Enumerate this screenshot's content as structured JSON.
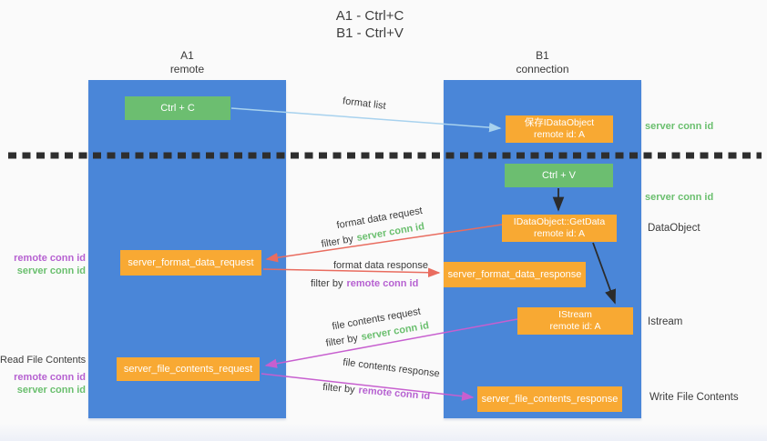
{
  "title": {
    "line1": "A1 - Ctrl+C",
    "line2": "B1 - Ctrl+V"
  },
  "columns": {
    "left": {
      "id": "A1",
      "subtitle": "remote"
    },
    "right": {
      "id": "B1",
      "subtitle": "connection"
    }
  },
  "nodes": {
    "ctrl_c": "Ctrl + C",
    "ctrl_v": "Ctrl + V",
    "save_dataobject_line1": "保存IDataObject",
    "save_dataobject_line2": "remote id: A",
    "getdata_line1": "IDataObject::GetData",
    "getdata_line2": "remote id: A",
    "istream_line1": "IStream",
    "istream_line2": "remote id: A",
    "server_format_data_request": "server_format_data_request",
    "server_format_data_response": "server_format_data_response",
    "server_file_contents_request": "server_file_contents_request",
    "server_file_contents_response": "server_file_contents_response"
  },
  "labels": {
    "format_list": "format list",
    "format_data_request": "format data request",
    "format_data_response": "format data response",
    "file_contents_request": "file contents request",
    "file_contents_response": "file contents response",
    "filter_by": "filter by",
    "server_conn_id": "server conn id",
    "remote_conn_id": "remote conn id",
    "dataobject": "DataObject",
    "istream": "Istream",
    "read_file_contents": "Read File Contents",
    "write_file_contents": "Write File Contents"
  },
  "colors": {
    "column_blue": "#4a86d8",
    "box_green": "#6cbe70",
    "box_orange": "#f8a933",
    "arrow_red": "#e96c5f",
    "arrow_purple": "#c75fcf",
    "arrow_blue": "#a8d2ee",
    "arrow_black": "#2b2b2b",
    "text_green": "#6abf6e",
    "text_purple": "#b661d1",
    "text_dark": "#3b3b3b"
  }
}
